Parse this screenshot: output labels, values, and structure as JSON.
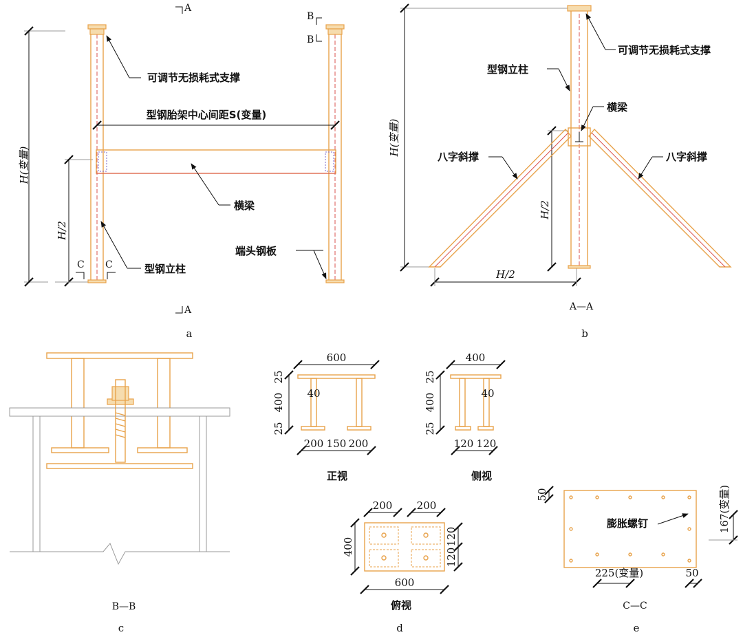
{
  "panel_a": {
    "caption": "a",
    "section_A_top": "A",
    "section_A_bottom": "A",
    "section_B_top": "B",
    "section_B_bottom": "B",
    "section_C_left": "C",
    "section_C_right": "C",
    "support_label": "可调节无损耗式支撑",
    "spacing_label": "型钢胎架中心间距S(变量)",
    "beam_label": "横梁",
    "column_label": "型钢立柱",
    "endplate_label": "端头钢板",
    "height_label": "H(变量)",
    "half_height_label": "H/2"
  },
  "panel_b": {
    "caption": "b",
    "section": "A—A",
    "support_label": "可调节无损耗式支撑",
    "column_label": "型钢立柱",
    "beam_label": "横梁",
    "brace_left_label": "八字斜撑",
    "brace_right_label": "八字斜撑",
    "height_label": "H(变量)",
    "half_height_label": "H/2",
    "half_width_label": "H/2"
  },
  "panel_c": {
    "caption": "c",
    "section": "B—B"
  },
  "panel_d": {
    "caption": "d",
    "front": {
      "title": "正视",
      "width": "600",
      "top": "25",
      "middle": "400",
      "bottom": "25",
      "web": "40",
      "base_left": "200",
      "gap": "150",
      "base_right": "200"
    },
    "side": {
      "title": "侧视",
      "width": "400",
      "top": "25",
      "middle": "400",
      "bottom": "25",
      "web": "40",
      "base_left": "120",
      "base_right": "120"
    },
    "plan": {
      "title": "俯视",
      "top_left": "200",
      "top_right": "200",
      "height": "400",
      "right_top": "120",
      "right_bottom": "120",
      "width": "600"
    }
  },
  "panel_e": {
    "caption": "e",
    "section": "C—C",
    "bolt_label": "膨胀螺钉",
    "top_dim": "50",
    "right_dim": "167(变量)",
    "bottom_dim": "225(变量)",
    "bottom_right_dim": "50"
  },
  "colors": {
    "steel": "#e8a24a",
    "centerline": "#d9534f",
    "dimension": "#111111"
  }
}
